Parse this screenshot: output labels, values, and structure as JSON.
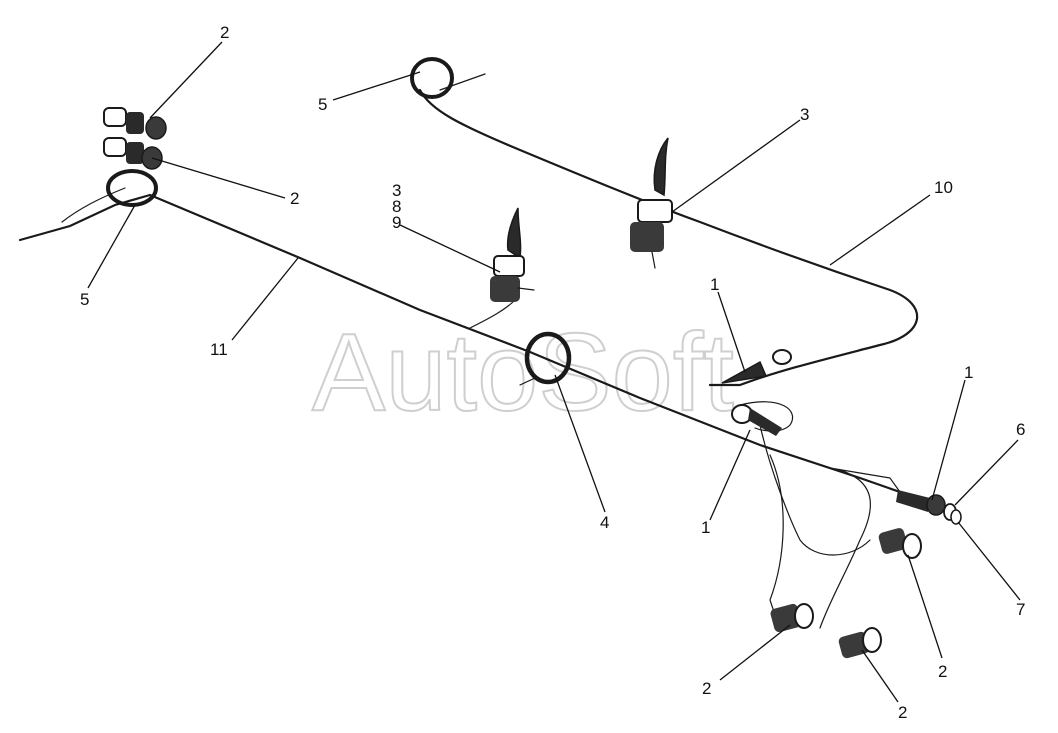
{
  "watermark": "AutoSoft",
  "callouts": {
    "c2_top": "2",
    "c2_mid": "2",
    "c5_left": "5",
    "c5_top": "5",
    "c3_top": "3",
    "c3_stack": "3",
    "c8_stack": "8",
    "c9_stack": "9",
    "c10": "10",
    "c11": "11",
    "c1_upper": "1",
    "c1_lower": "1",
    "c1_right": "1",
    "c4": "4",
    "c6": "6",
    "c7": "7",
    "c2_right": "2",
    "c2_bottom_left": "2",
    "c2_bottom_right": "2"
  },
  "colors": {
    "line": "#1a1a1a",
    "background": "#ffffff",
    "watermark": "#cfcfcf"
  }
}
